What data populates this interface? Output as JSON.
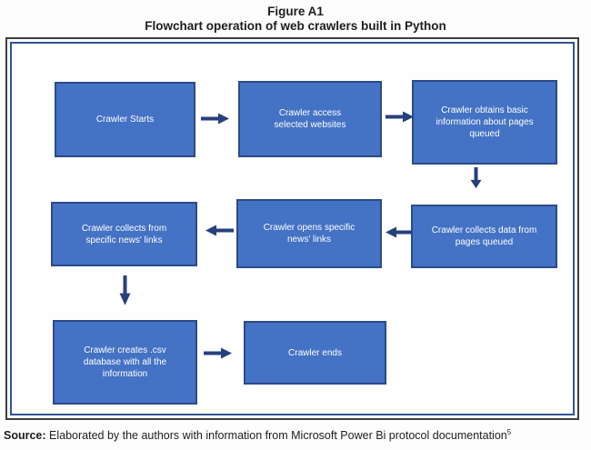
{
  "title": {
    "line1": "Figure A1",
    "line2": "Flowchart operation of web crawlers built in Python"
  },
  "flowchart": {
    "nodes": [
      {
        "id": "start",
        "label": "Crawler Starts"
      },
      {
        "id": "access-websites",
        "label": "Crawler access selected websites"
      },
      {
        "id": "obtains-info",
        "label": "Crawler obtains basic information about pages queued"
      },
      {
        "id": "collects-data",
        "label": "Crawler collects data from pages queued"
      },
      {
        "id": "opens-links",
        "label": "Crawler opens specific news' links"
      },
      {
        "id": "collects-from-links",
        "label": "Crawler collects from specific news' links"
      },
      {
        "id": "creates-csv",
        "label": "Crawler creates .csv database with all the information"
      },
      {
        "id": "ends",
        "label": "Crawler ends"
      }
    ],
    "connections": [
      "start -> access-websites",
      "access-websites -> obtains-info",
      "obtains-info -> collects-data",
      "collects-data -> opens-links",
      "opens-links -> collects-from-links",
      "collects-from-links -> creates-csv",
      "creates-csv -> ends"
    ]
  },
  "source": {
    "label": "Source:",
    "text": " Elaborated by the authors with information from Microsoft Power Bi protocol documentation",
    "footnote": "5"
  },
  "colors": {
    "box_fill": "#4472c4",
    "box_border": "#2c4a87",
    "box_text": "#ffffff",
    "arrow": "#26407e",
    "frame_inner_border": "#2e5597",
    "frame_outer_border": "#3d3d3d",
    "text": "#1d1d1d"
  }
}
